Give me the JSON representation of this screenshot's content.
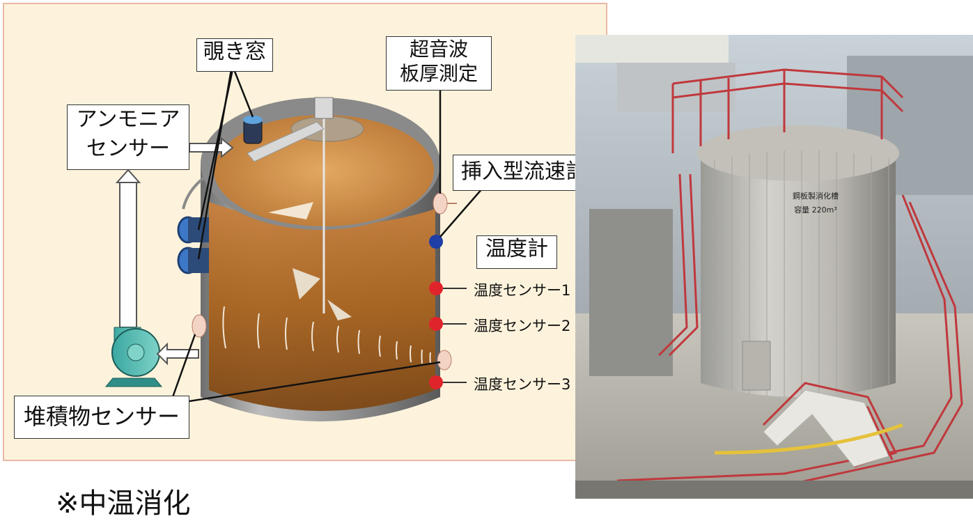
{
  "diagram": {
    "labels": {
      "peep_window": "覗き窓",
      "ultrasonic_line1": "超音波",
      "ultrasonic_line2": "板厚測定",
      "ammonia_line1": "アンモニア",
      "ammonia_line2": "センサー",
      "flow_meter": "挿入型流速計",
      "thermometer": "温度計",
      "sediment_sensor": "堆積物センサー"
    },
    "temperature_sensors": [
      "温度センサー1",
      "温度センサー2",
      "温度センサー3"
    ]
  },
  "photo": {
    "tank_sign_line1": "鋼板製消化槽",
    "tank_sign_line2": "容量 220m³"
  },
  "caption": "※中温消化"
}
